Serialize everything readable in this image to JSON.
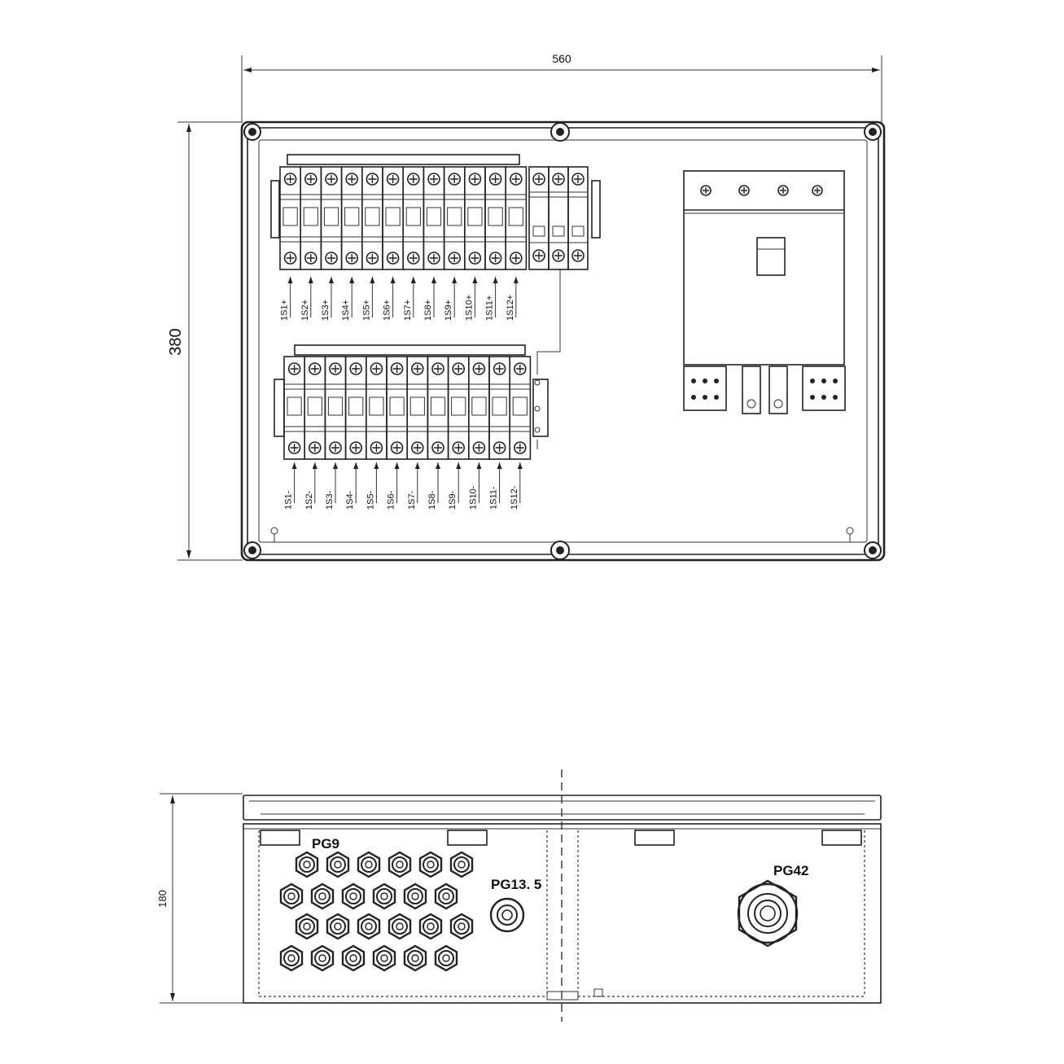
{
  "dimensions": {
    "width": "560",
    "height": "380",
    "depth": "180"
  },
  "top_row_labels": [
    "1S1+",
    "1S2+",
    "1S3+",
    "1S4+",
    "1S5+",
    "1S6+",
    "1S7+",
    "1S8+",
    "1S9+",
    "1S10+",
    "1S11+",
    "1S12+"
  ],
  "bottom_row_labels": [
    "1S1-",
    "1S2-",
    "1S3-",
    "1S4-",
    "1S5-",
    "1S6-",
    "1S7-",
    "1S8-",
    "1S9-",
    "1S10-",
    "1S11-",
    "1S12-"
  ],
  "glands": {
    "small_label": "PG9",
    "medium_label": "PG13. 5",
    "large_label": "PG42"
  },
  "colors": {
    "stroke": "#222222",
    "background": "#ffffff"
  }
}
